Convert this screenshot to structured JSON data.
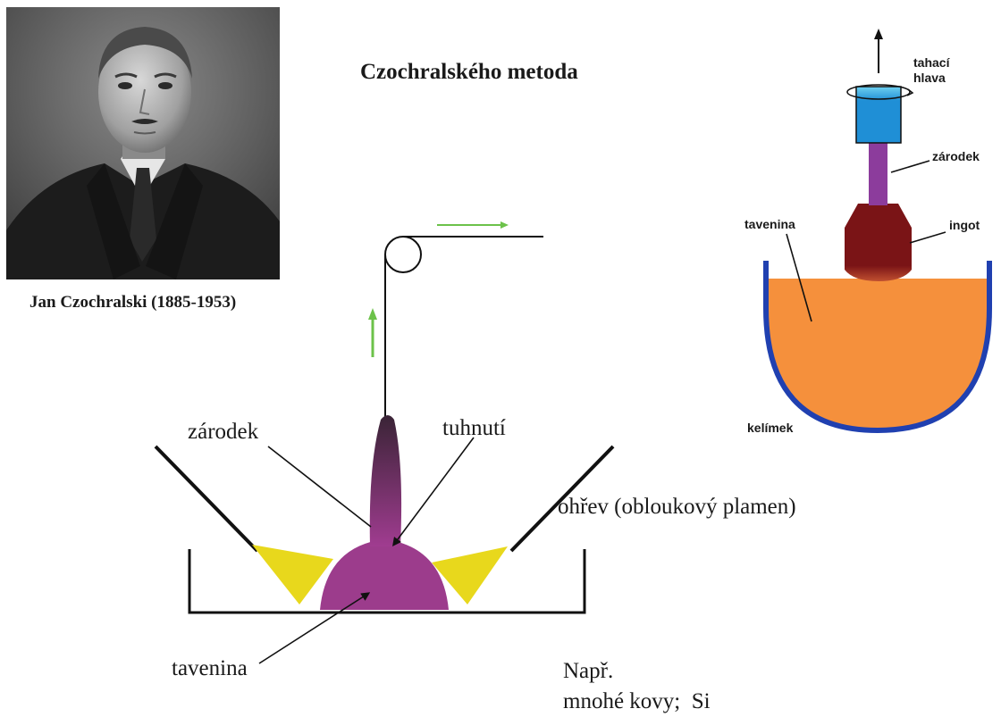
{
  "photo": {
    "caption": "Jan Czochralski (1885-1953)"
  },
  "title": "Czochralského metoda",
  "left_diagram": {
    "labels": {
      "seed": "zárodek",
      "solidification": "tuhnutí",
      "heating": "ohřev (obloukový plamen)",
      "melt": "tavenina"
    },
    "colors": {
      "crystal": "#9c3c8c",
      "heater": "#e8d81c",
      "arrow": "#6cc24a",
      "line": "#111111"
    }
  },
  "right_diagram": {
    "labels": {
      "pull_head": "tahací\nhlava",
      "seed": "zárodek",
      "melt": "tavenina",
      "ingot": "ingot",
      "crucible": "kelímek"
    },
    "colors": {
      "head": "#1f8fd6",
      "seed": "#8c3c9c",
      "ingot": "#7a1416",
      "melt": "#f5903c",
      "crucible": "#2040b0"
    }
  },
  "note": {
    "line1": "Např.",
    "line2": "mnohé kovy;  Si"
  }
}
